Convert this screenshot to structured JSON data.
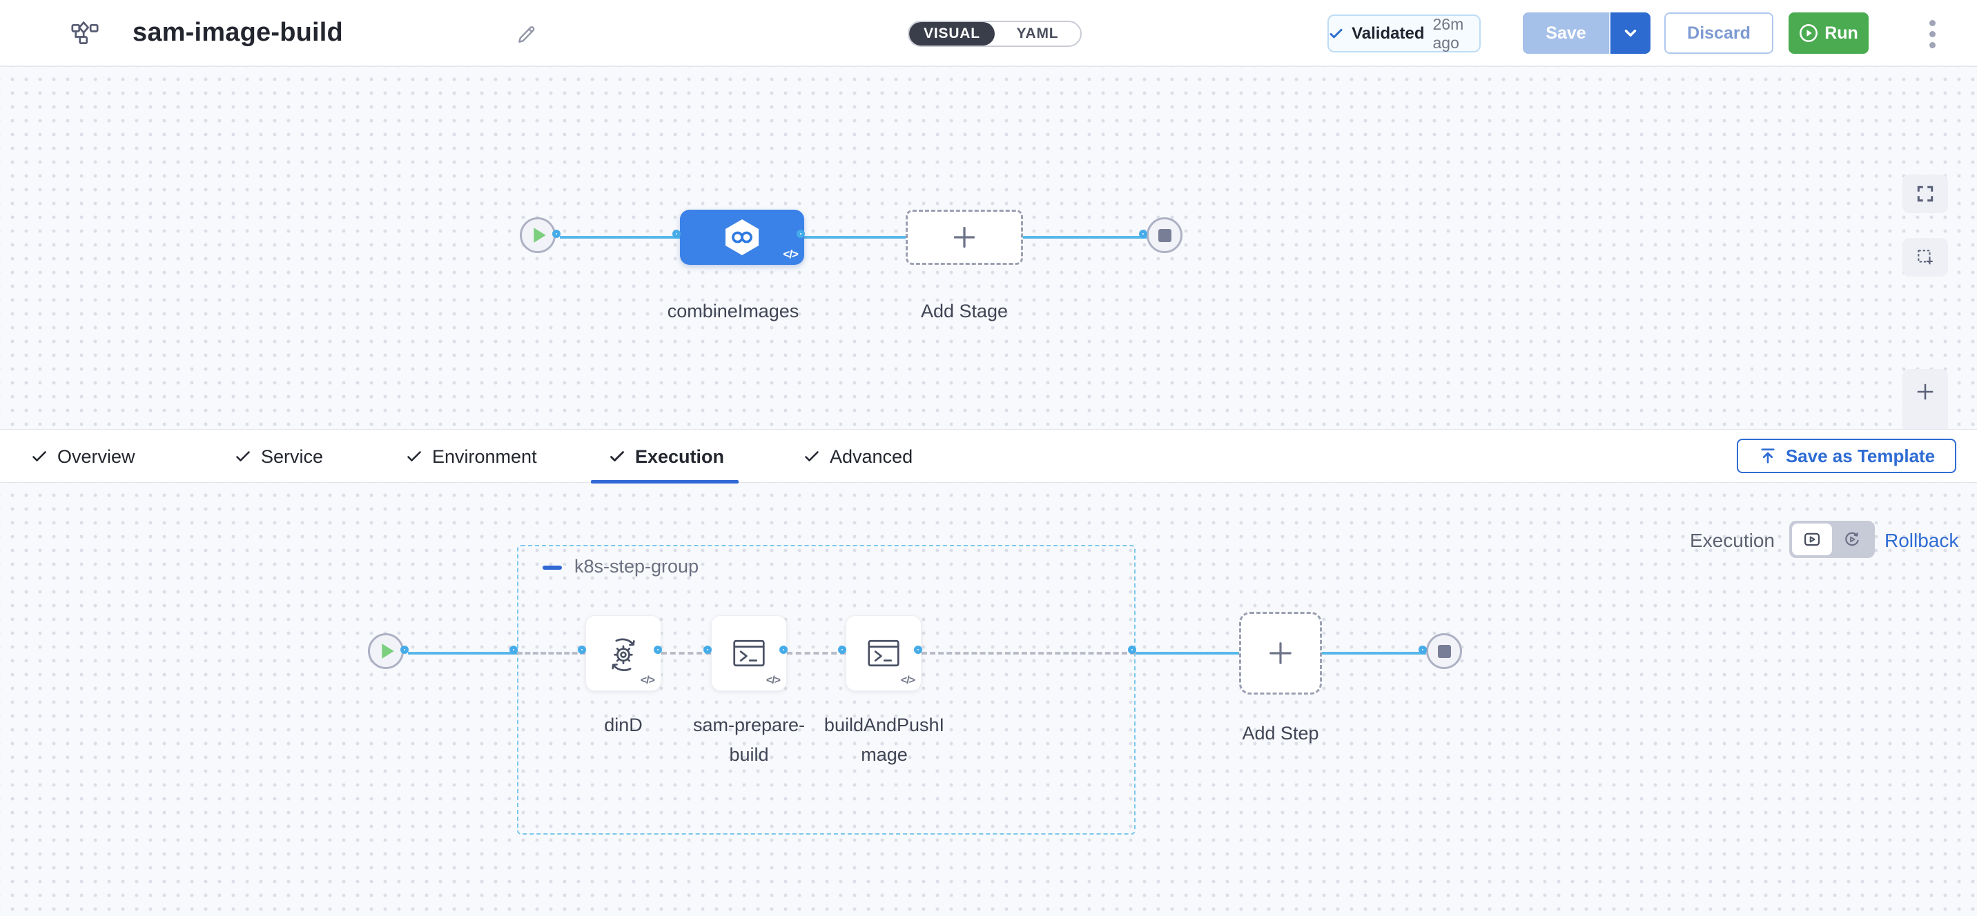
{
  "header": {
    "title": "sam-image-build",
    "view_modes": {
      "visual": "VISUAL",
      "yaml": "YAML",
      "selected": "VISUAL"
    },
    "validation": {
      "status": "Validated",
      "time_ago": "26m ago"
    },
    "buttons": {
      "save": "Save",
      "discard": "Discard",
      "run": "Run"
    }
  },
  "stage_canvas": {
    "stage_name": "combineImages",
    "add_stage": "Add Stage",
    "code_badge": "</>"
  },
  "tabs": [
    {
      "label": "Overview",
      "active": false
    },
    {
      "label": "Service",
      "active": false
    },
    {
      "label": "Environment",
      "active": false
    },
    {
      "label": "Execution",
      "active": true
    },
    {
      "label": "Advanced",
      "active": false
    }
  ],
  "toolbar": {
    "save_as_template": "Save as Template"
  },
  "execution_canvas": {
    "mode_label": "Execution",
    "rollback_label": "Rollback",
    "step_group": {
      "name": "k8s-step-group"
    },
    "steps": [
      {
        "name": "dinD"
      },
      {
        "name": "sam-prepare-build"
      },
      {
        "name": "buildAndPushImage"
      }
    ],
    "add_step": "Add Step",
    "code_badge": "</>"
  },
  "colors": {
    "accent_blue": "#2f6cd4",
    "stage_blue": "#3b82e8",
    "connector_blue": "#58b7ea",
    "run_green": "#4aab51",
    "canvas_bg": "#f8f9fc",
    "validated_border": "#bedcf6"
  }
}
